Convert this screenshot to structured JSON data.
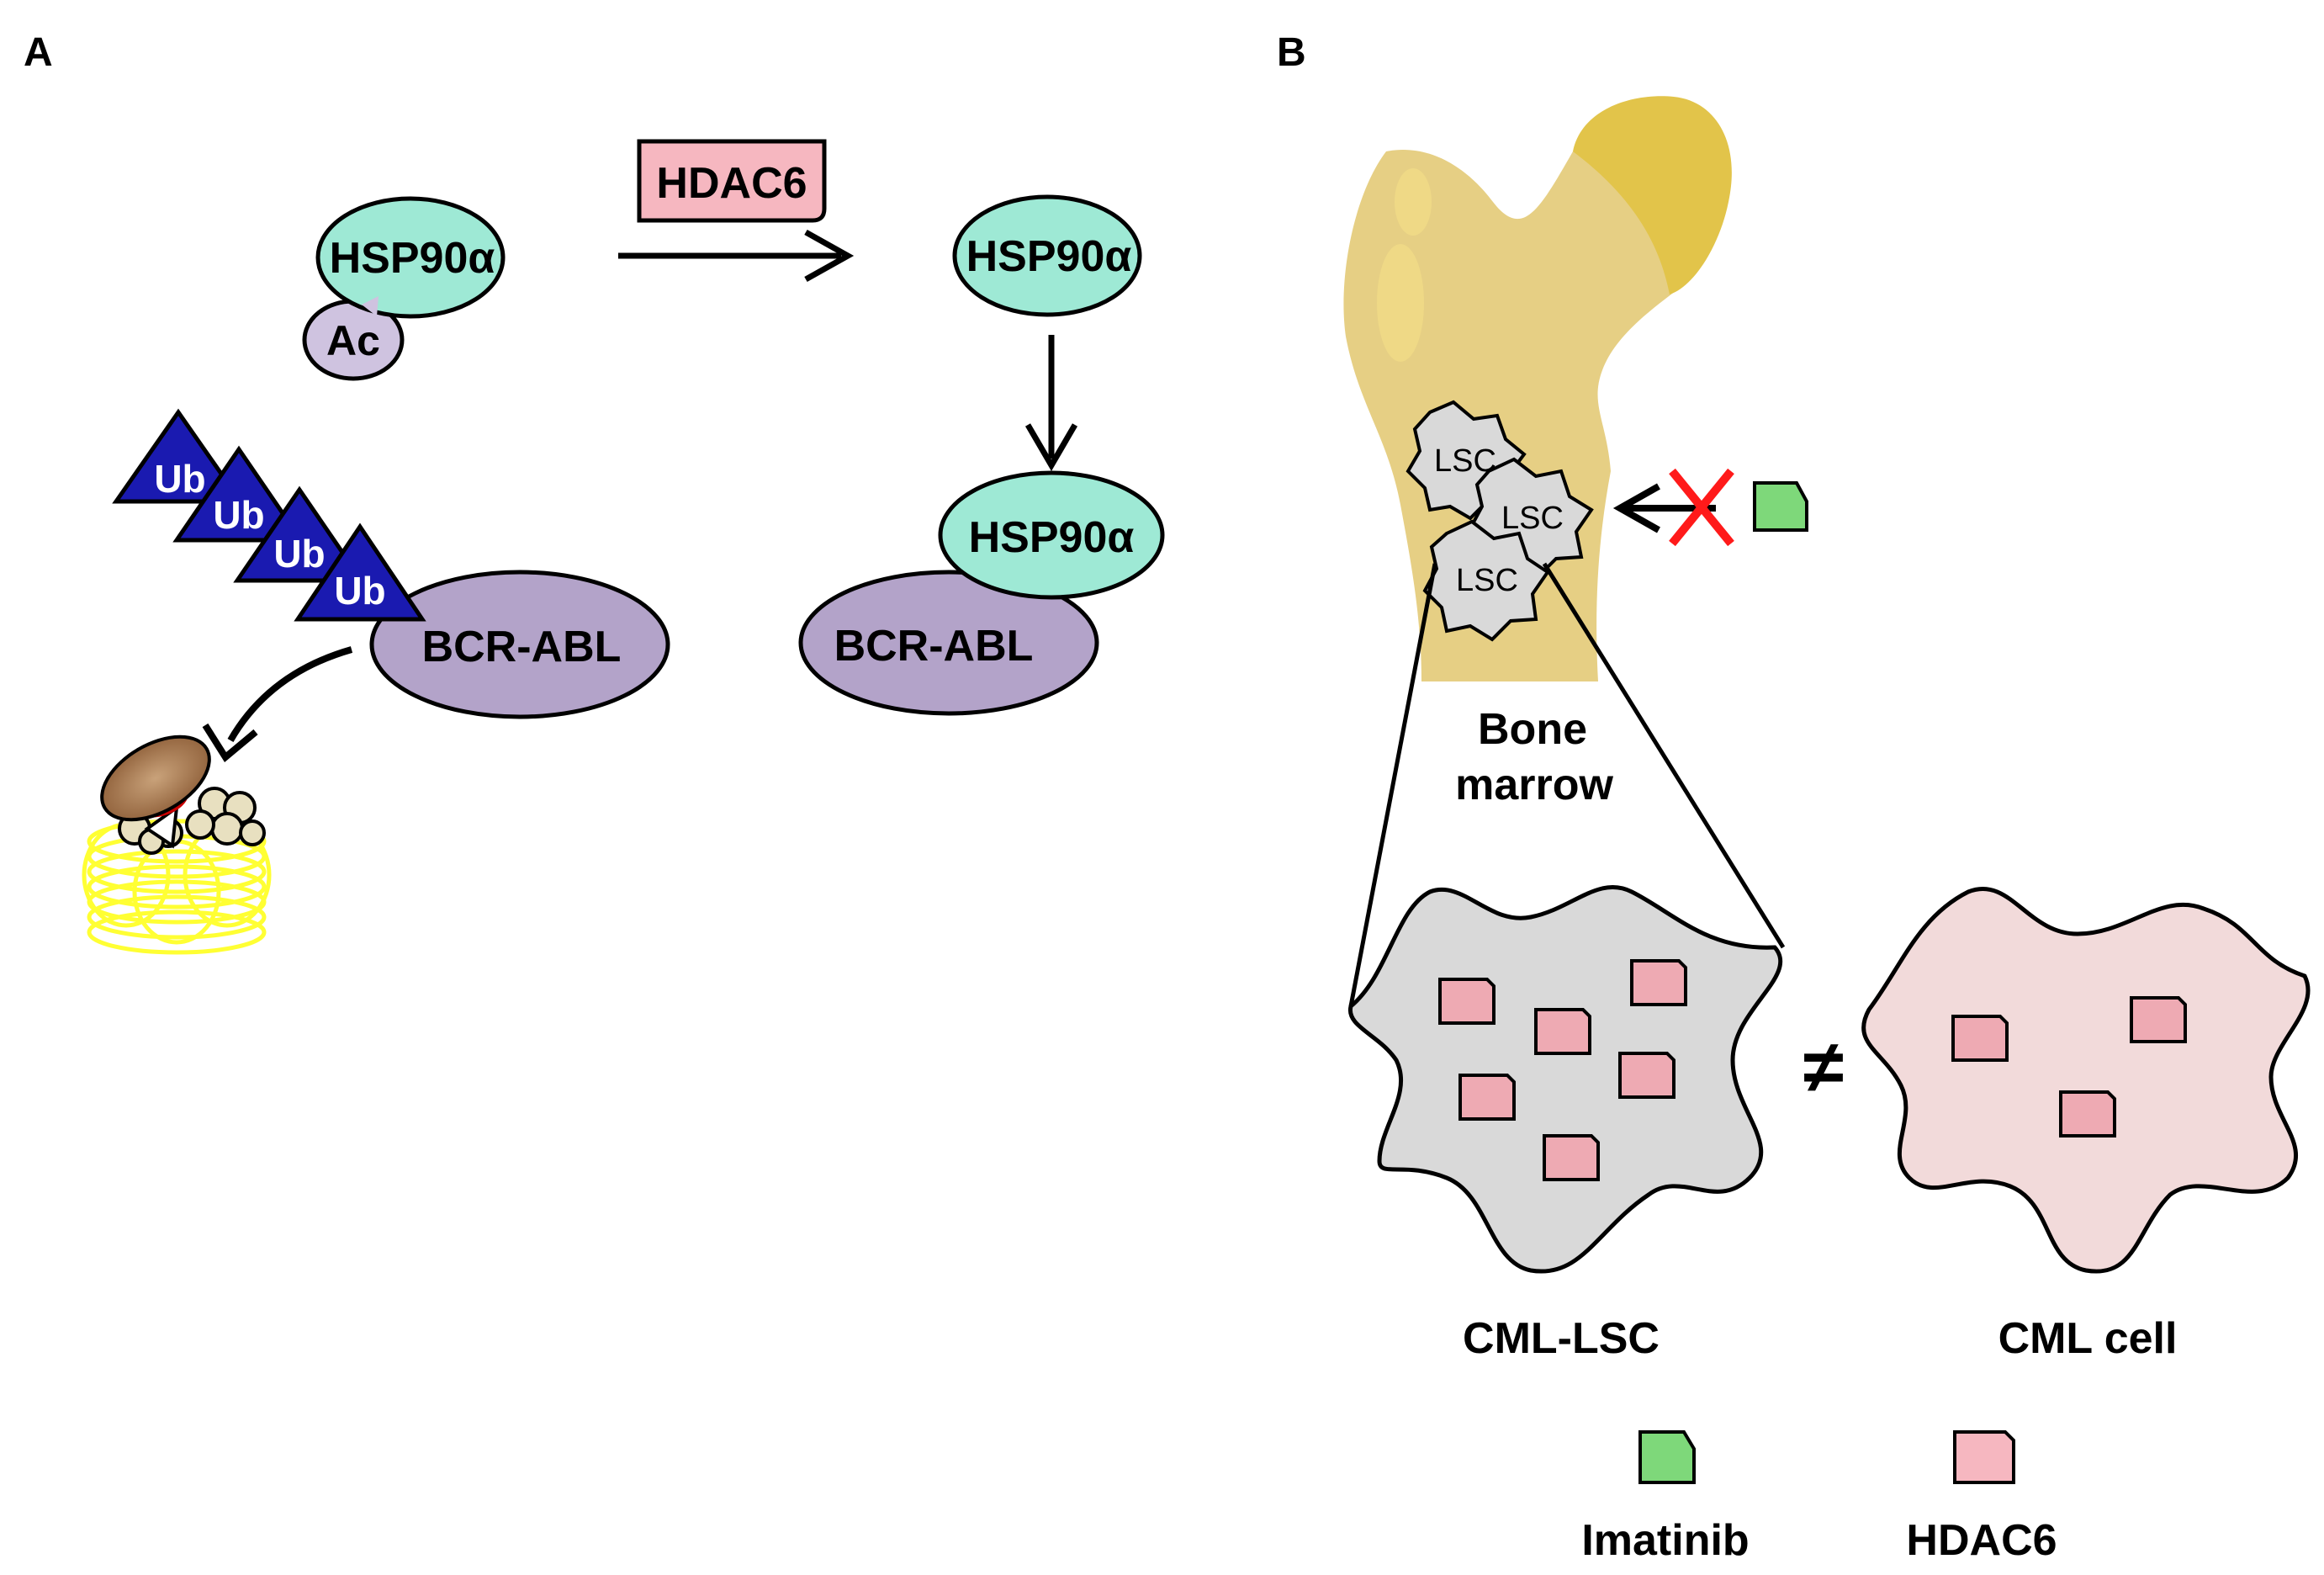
{
  "panel_a": {
    "letter": "A",
    "enzyme": "HDAC6",
    "hsp_acetylated": "HSP90α",
    "acetyl": "Ac",
    "hsp_deacetylated": "HSP90α",
    "hsp_bound": "HSP90α",
    "bcr_abl_degraded": "BCR-ABL",
    "bcr_abl_stable": "BCR-ABL",
    "ubiquitin": [
      "Ub",
      "Ub",
      "Ub",
      "Ub"
    ]
  },
  "panel_b": {
    "letter": "B",
    "lsc_labels": [
      "LSC",
      "LSC",
      "LSC"
    ],
    "bone_marrow_line1": "Bone",
    "bone_marrow_line2": "marrow",
    "not_equal_symbol": "≠",
    "cml_lsc_label": "CML-LSC",
    "cml_cell_label": "CML cell",
    "legend": [
      {
        "label": "Imatinib",
        "color": "#7ed87a"
      },
      {
        "label": "HDAC6",
        "color": "#f0aab5"
      }
    ]
  },
  "colors": {
    "hsp90": "#9ee9d5",
    "bcr_abl": "#b3a3c9",
    "acetyl": "#cfc3e0",
    "ubiquitin": "#1a1ab0",
    "hdac6": "#f6b7c0",
    "imatinib": "#7ed87a",
    "bone": "#e6cf84",
    "bone_head": "#e2c44a",
    "lsc_cell": "#d9d9d9",
    "cml_cell": "#f2dada",
    "inhibition_cross": "#ff1a1a",
    "proteasome": "#ffff33"
  }
}
